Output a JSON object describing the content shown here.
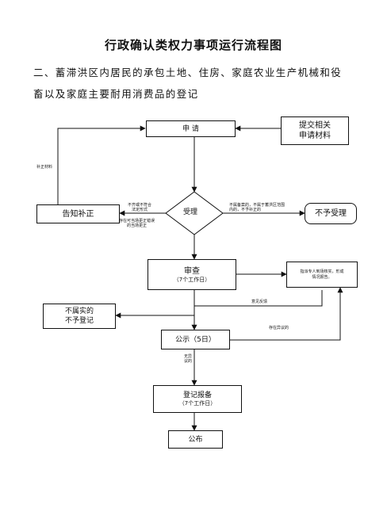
{
  "title": "行政确认类权力事项运行流程图",
  "subtitle_line1": "二、蓄滞洪区内居民的承包土地、住房、家庭农业生产机械和役",
  "subtitle_line2": "畜以及家庭主要耐用消费品的登记",
  "nodes": {
    "apply": "申    请",
    "materials_line1": "提交相关",
    "materials_line2": "申请材料",
    "notify": "告知补正",
    "accept": "受理",
    "reject": "不予受理",
    "review": "审查",
    "review_days": "（7个工作日）",
    "appoint_line1": "指派专人到场核实，形成",
    "appoint_line2": "情况报告。",
    "not_true_line1": "不属实的",
    "not_true_line2": "不予登记",
    "publicity": "公示（5日）",
    "register": "登记报备",
    "register_days": "（7个工作日）",
    "publish": "公布"
  },
  "labels": {
    "supplement": "补正材料",
    "incomplete_line1": "不齐或不符合",
    "incomplete_line2": "法定形式",
    "correctable_line1": "存在可当场更正错误",
    "correctable_line2": "的当场更正",
    "not_scope_line1": "不属备案的，不属于蓄洪区范围",
    "not_scope_line2": "内的，不予补正的",
    "opinion": "意见反馈",
    "objection": "存在异议的",
    "no_objection_line1": "无异",
    "no_objection_line2": "议的"
  }
}
